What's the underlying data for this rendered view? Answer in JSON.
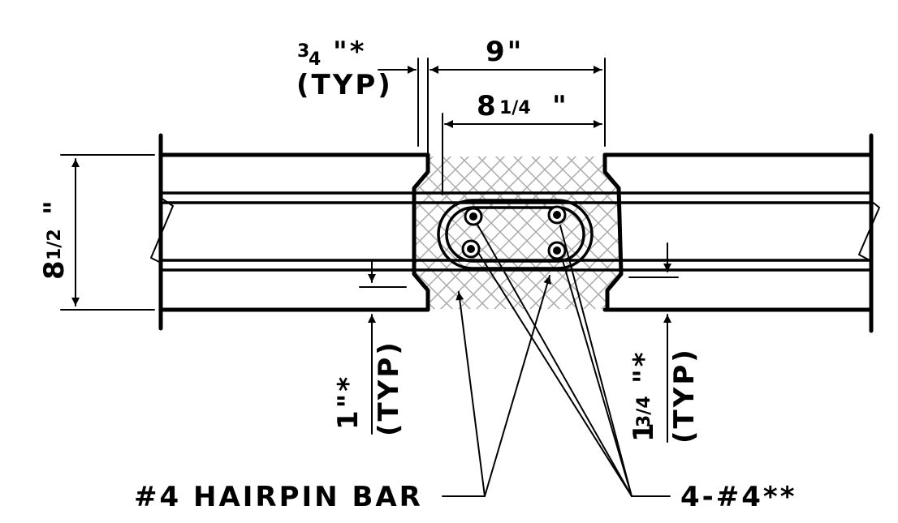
{
  "dimensions": {
    "top_outer": "9\"",
    "top_inner_whole": "8",
    "top_inner_frac": "1/4",
    "top_inner_unit": "\"",
    "left_cover_num": "3",
    "left_cover_den": "4",
    "left_cover_unit": "\"*",
    "left_cover_typ": "(TYP)",
    "left_height_whole": "8",
    "left_height_frac": "1/2",
    "left_height_unit": "\"",
    "bottom_left_value": "1\"*",
    "bottom_left_typ": "(TYP)",
    "bottom_right_whole": "1",
    "bottom_right_frac": "3/4",
    "bottom_right_unit": "\"*",
    "bottom_right_typ": "(TYP)"
  },
  "callouts": {
    "hairpin_bar": "#4 HAIRPIN BAR",
    "bars": "4-#4**"
  }
}
